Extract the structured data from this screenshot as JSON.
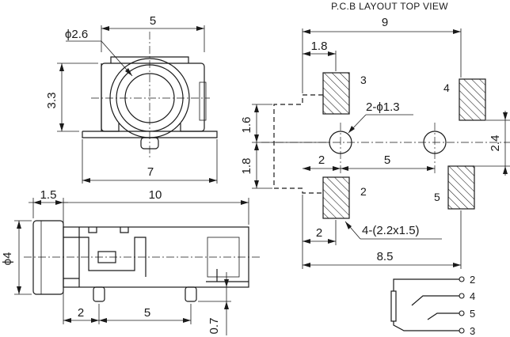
{
  "title": "P.C.B LAYOUT TOP VIEW",
  "front_view": {
    "width_top": "5",
    "hole_dia": "ϕ2.6",
    "height": "3.3",
    "width_bottom": "7"
  },
  "side_view": {
    "flange": "1.5",
    "length": "10",
    "diameter": "ϕ4",
    "pin_offset": "2",
    "pin_pitch": "5",
    "pin_height": "0.7"
  },
  "pcb": {
    "overall_width": "9",
    "pad_x_offset": "1.8",
    "hole_spec": "2-ϕ1.3",
    "hole_y_offset": "1.6",
    "pad_y_offset": "1.8",
    "hole_x_offset": "2",
    "hole_pitch": "5",
    "pad_y_right": "2.4",
    "pad_x_bottom": "2",
    "pad_spec": "4-(2.2x1.5)",
    "pad_span": "8.5",
    "pad_labels": [
      "3",
      "4",
      "2",
      "5"
    ]
  },
  "schematic": {
    "pins": [
      "2",
      "4",
      "5",
      "3"
    ]
  }
}
